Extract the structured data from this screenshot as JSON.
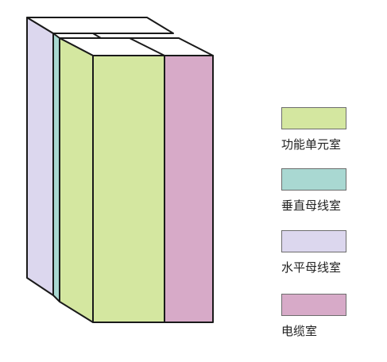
{
  "colors": {
    "functional_unit": "#d4e7a0",
    "vertical_busbar": "#a9d8d2",
    "horizontal_busbar": "#dcd7ee",
    "cable": "#d7aac8",
    "top": "#ffffff",
    "outline": "#1a1a1a"
  },
  "legend": [
    {
      "label": "功能单元室",
      "color": "#d4e7a0"
    },
    {
      "label": "垂直母线室",
      "color": "#a9d8d2"
    },
    {
      "label": "水平母线室",
      "color": "#dcd7ee"
    },
    {
      "label": "电缆室",
      "color": "#d7aac8"
    }
  ]
}
